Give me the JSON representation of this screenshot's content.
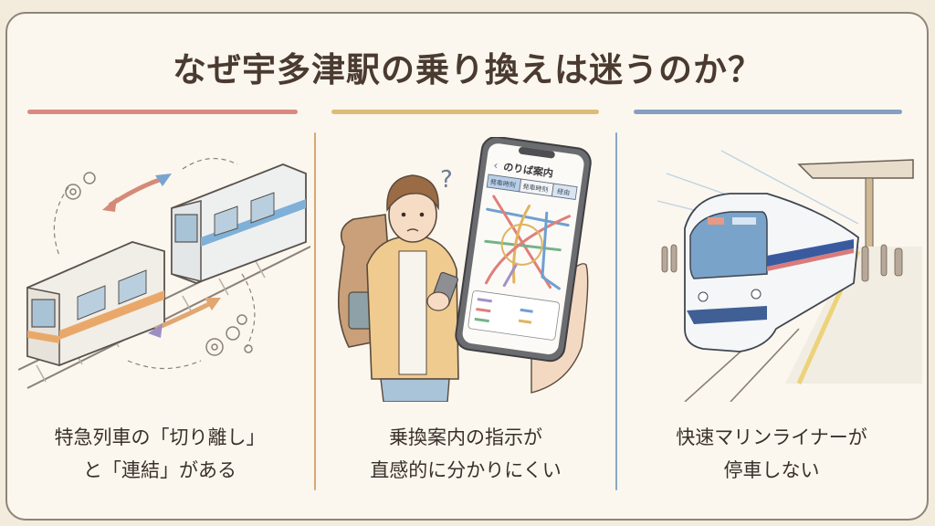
{
  "title": "なぜ宇多津駅の乗り換えは迷うのか？",
  "colors": {
    "background": "#fbf7ee",
    "title_text": "#4a3a30",
    "accent_red": "#d2756d",
    "accent_gold": "#d7b260",
    "accent_blue": "#6f8fb8",
    "divider_tan": "#d6a878",
    "divider_blue": "#8aa7c4"
  },
  "panels": [
    {
      "illustration": "train-decoupling-coupling",
      "caption_line1": "特急列車の「切り離し」",
      "caption_line2": "と「連結」がある"
    },
    {
      "illustration": "confused-traveler-with-phone",
      "phone": {
        "screen_title": "のりば案内",
        "tabs": [
          "発車時刻",
          "発車時刻",
          "経由"
        ]
      },
      "caption_line1": "乗換案内の指示が",
      "caption_line2": "直感的に分かりにくい"
    },
    {
      "illustration": "marine-liner-at-platform",
      "caption_line1": "快速マリンライナーが",
      "caption_line2": "停車しない"
    }
  ]
}
